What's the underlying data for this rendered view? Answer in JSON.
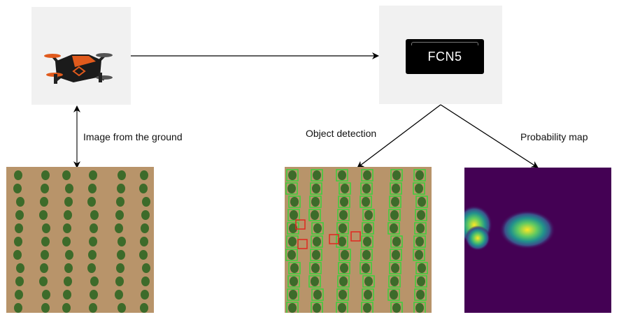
{
  "nodes": {
    "fcn_label": "FCN5"
  },
  "captions": {
    "ground": "Image from the ground",
    "detection": "Object detection",
    "probability": "Probability map"
  },
  "colors": {
    "panel": "#f1f1f1",
    "soil": "#b8946a",
    "plant": "#3d6b2a",
    "detection_box": "#39d23a",
    "weed_box": "#e0261f",
    "prob_low": "#440154",
    "prob_high": "#fde725"
  },
  "icons": [
    "drone-icon",
    "fcn-device-icon"
  ]
}
